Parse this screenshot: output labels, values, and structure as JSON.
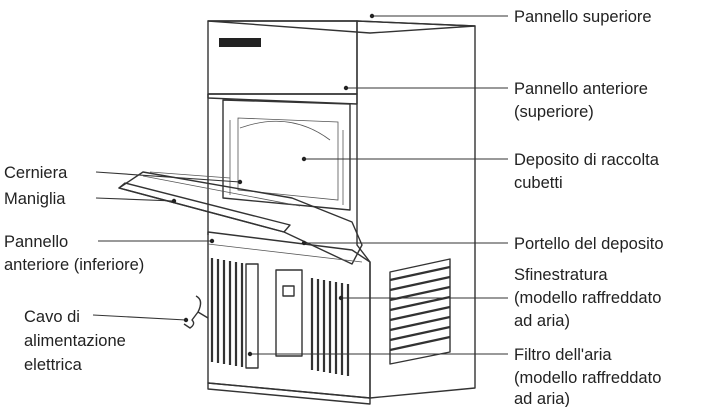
{
  "diagram": {
    "brand_badge": "",
    "labels": {
      "pannello_superiore": "Pannello superiore",
      "pannello_anteriore_sup_1": "Pannello anteriore",
      "pannello_anteriore_sup_2": "(superiore)",
      "deposito_1": "Deposito di raccolta",
      "deposito_2": "cubetti",
      "cerniera": "Cerniera",
      "maniglia": "Maniglia",
      "pannello_inf_1": "Pannello",
      "pannello_inf_2": "anteriore (inferiore)",
      "portello": "Portello del deposito",
      "sfinestratura_1": "Sfinestratura",
      "sfinestratura_2": "(modello raffreddato",
      "sfinestratura_3": "ad aria)",
      "cavo_1": "Cavo di",
      "cavo_2": "alimentazione",
      "cavo_3": "elettrica",
      "filtro_1": "Filtro dell'aria",
      "filtro_2": "(modello raffreddato",
      "filtro_3": "ad aria)"
    }
  }
}
